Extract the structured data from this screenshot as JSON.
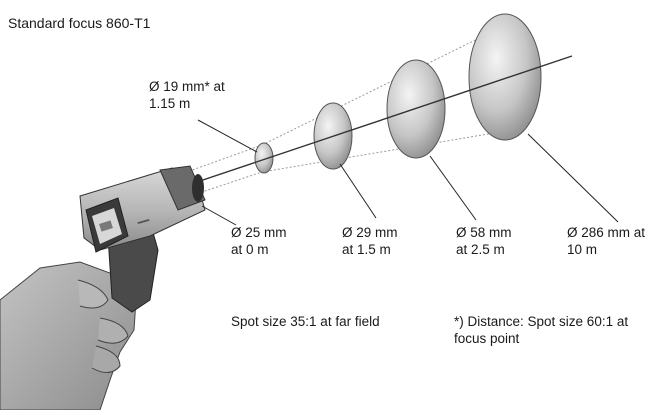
{
  "title": "Standard focus 860-T1",
  "spot_labels": [
    {
      "line1": "Ø 19 mm* at",
      "line2": "1.15 m"
    },
    {
      "line1": "Ø 25 mm",
      "line2": "at 0 m"
    },
    {
      "line1": "Ø 29 mm",
      "line2": "at 1.5 m"
    },
    {
      "line1": "Ø 58 mm",
      "line2": "at 2.5 m"
    },
    {
      "line1": "Ø 286 mm at",
      "line2": "10 m"
    }
  ],
  "notes": {
    "far_field": "Spot size 35:1 at far field",
    "focus_line1": "*) Distance: Spot size 60:1 at",
    "focus_line2": "focus point"
  },
  "colors": {
    "ink": "#1a1a1a",
    "disc_light": "#ececec",
    "disc_dark": "#9a9a9a",
    "device_body": "#bdbdbd",
    "device_dark": "#3a3a3a",
    "hand": "#a8a8a8"
  }
}
